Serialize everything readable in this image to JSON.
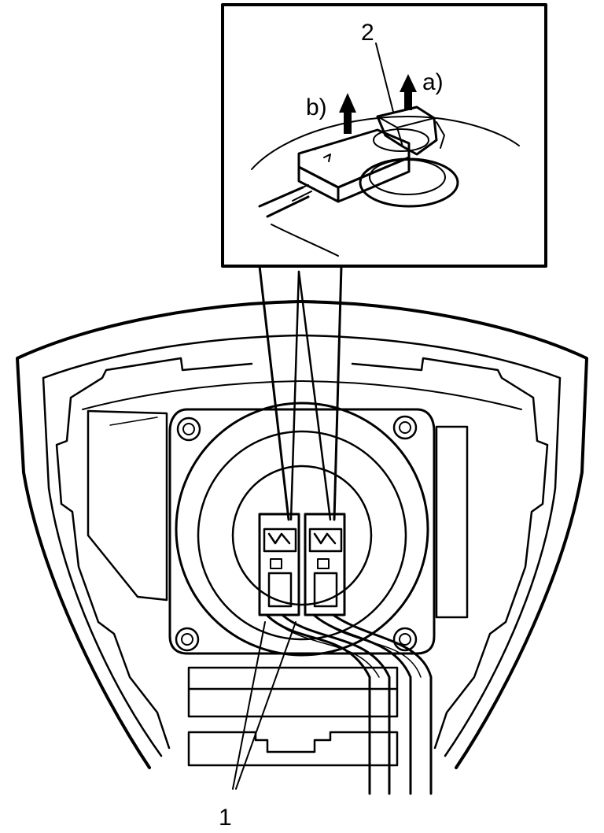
{
  "callouts": {
    "connectors": "1",
    "locking_tab": "2",
    "step_a": "a)",
    "step_b": "b)"
  },
  "colors": {
    "line": "#000000",
    "background": "#ffffff"
  }
}
